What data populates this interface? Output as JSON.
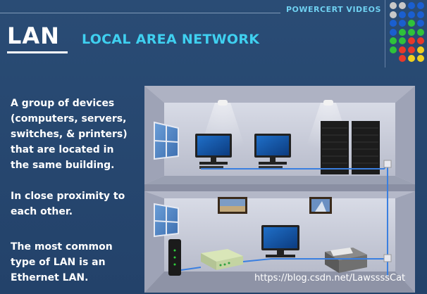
{
  "header": {
    "brand": "POWERCERT VIDEOS"
  },
  "title": {
    "main": "LAN",
    "subtitle": "LOCAL AREA NETWORK"
  },
  "paragraphs": [
    "A group of devices\n(computers, servers,\nswitches, & printers)\nthat are located in\nthe same building.",
    "In close proximity to\neach other.",
    "The most common\ntype of LAN is an\nEthernet LAN."
  ],
  "watermark": "https://blog.csdn.net/LawssssCat",
  "colors": {
    "background": "#26466c",
    "accent": "#3fd0f0",
    "brand": "#6fd0f0",
    "cable": "#3a7fe0"
  },
  "dot_colors": [
    [
      "#c8c8c8",
      "#c8c8c8",
      "#1a5fd0",
      "#1a5fd0"
    ],
    [
      "#c8c8c8",
      "#1a5fd0",
      "#1a5fd0",
      "#1a5fd0"
    ],
    [
      "#1a5fd0",
      "#1a5fd0",
      "#2fc23a",
      "#1a5fd0"
    ],
    [
      "#1a5fd0",
      "#2fc23a",
      "#2fc23a",
      "#2fc23a"
    ],
    [
      "#2fc23a",
      "#2fc23a",
      "#e8392a",
      "#e8392a"
    ],
    [
      "#2fc23a",
      "#e8392a",
      "#e8392a",
      "#f0d020"
    ],
    [
      "",
      "#e8392a",
      "#f0d020",
      "#f0d020"
    ]
  ]
}
